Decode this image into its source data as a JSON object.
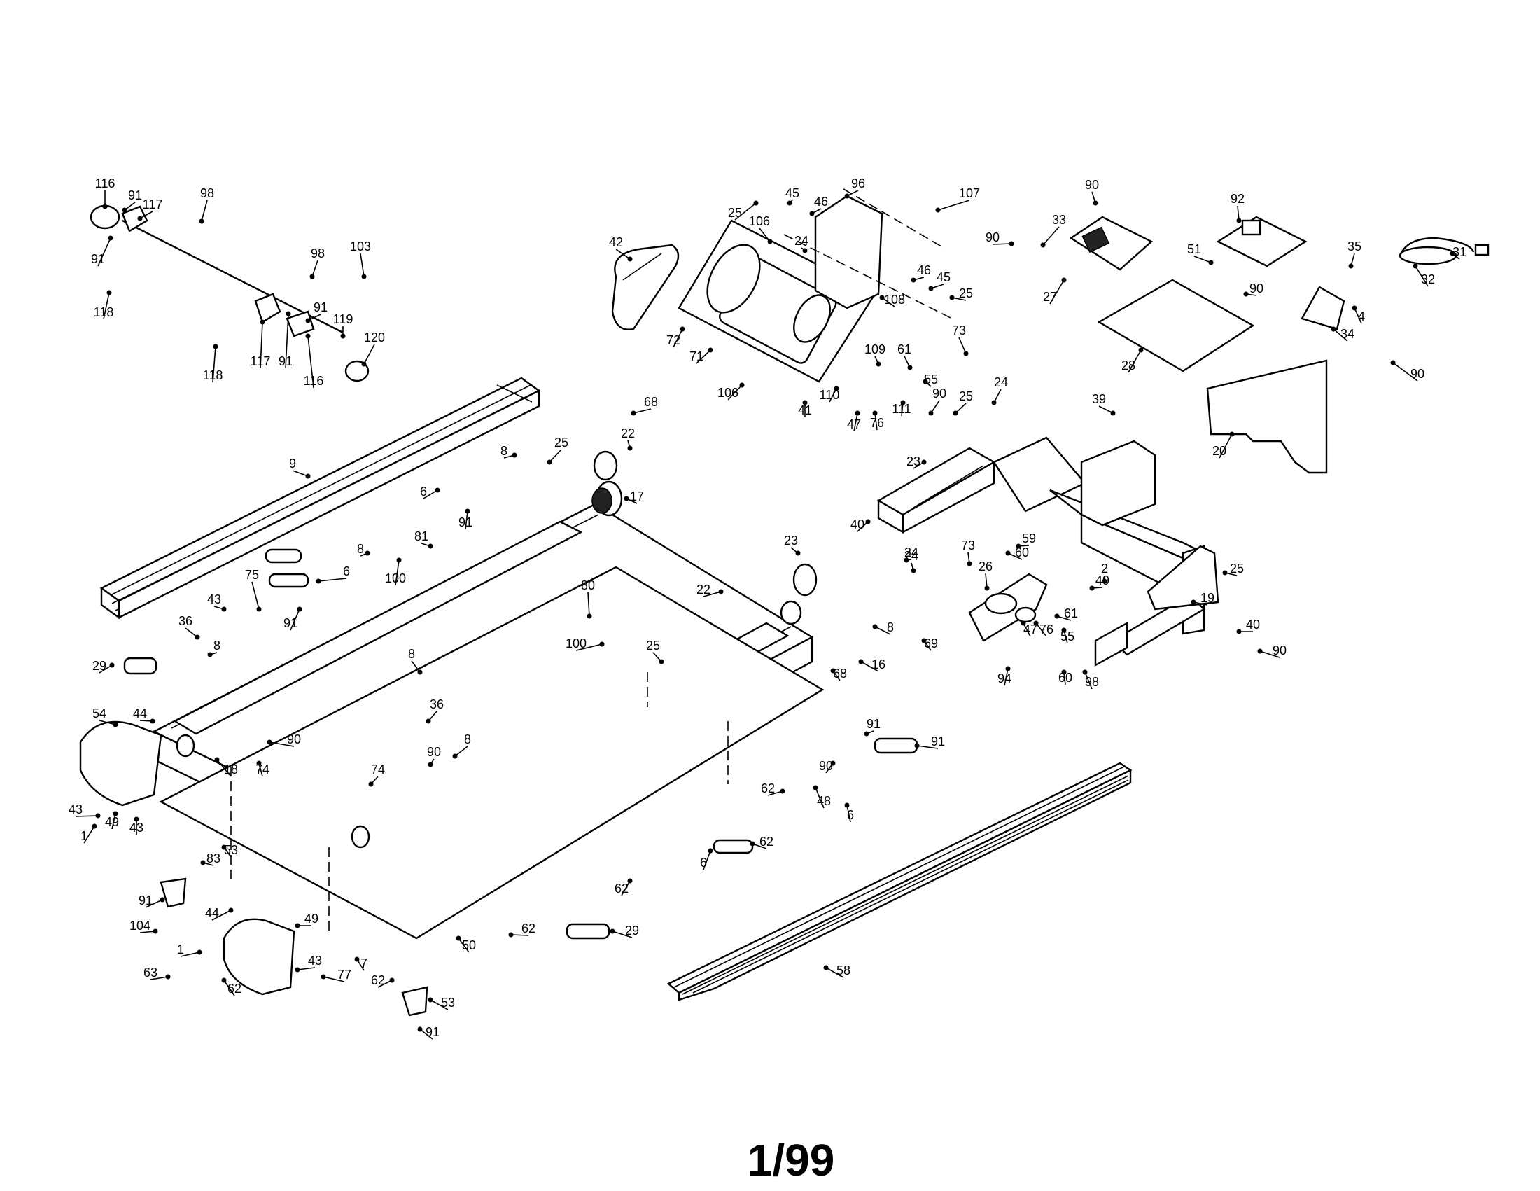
{
  "page_label": "1/99",
  "callouts": [
    "116",
    "91",
    "117",
    "98",
    "91",
    "118",
    "98",
    "91",
    "103",
    "119",
    "120",
    "118",
    "117",
    "91",
    "116",
    "45",
    "96",
    "107",
    "25",
    "106",
    "46",
    "24",
    "108",
    "46",
    "45",
    "25",
    "42",
    "72",
    "71",
    "106",
    "41",
    "110",
    "109",
    "61",
    "55",
    "111",
    "76",
    "47",
    "90",
    "25",
    "24",
    "73",
    "90",
    "33",
    "27",
    "90",
    "92",
    "51",
    "35",
    "31",
    "32",
    "4",
    "34",
    "90",
    "28",
    "39",
    "20",
    "90",
    "9",
    "68",
    "22",
    "25",
    "8",
    "17",
    "6",
    "91",
    "81",
    "8",
    "100",
    "6",
    "75",
    "43",
    "91",
    "80",
    "29",
    "36",
    "8",
    "44",
    "54",
    "43",
    "49",
    "1",
    "43",
    "90",
    "74",
    "18",
    "23",
    "40",
    "24",
    "73",
    "26",
    "24",
    "59",
    "60",
    "2",
    "49",
    "25",
    "19",
    "61",
    "55",
    "76",
    "47",
    "69",
    "94",
    "60",
    "98",
    "40",
    "90",
    "23",
    "22",
    "8",
    "68",
    "16",
    "25",
    "100",
    "8",
    "36",
    "8",
    "90",
    "74",
    "91",
    "90",
    "62",
    "48",
    "6",
    "91",
    "6",
    "62",
    "62",
    "83",
    "53",
    "91",
    "104",
    "44",
    "49",
    "1",
    "63",
    "43",
    "62",
    "7",
    "77",
    "62",
    "53",
    "91",
    "50",
    "62",
    "29",
    "58"
  ]
}
